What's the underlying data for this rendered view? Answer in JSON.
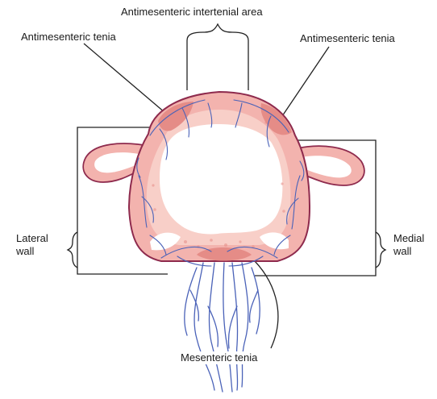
{
  "labels": {
    "interteneal_area": "Antimesenteric intertenial area",
    "tenia_left": "Antimesenteric tenia",
    "tenia_right": "Antimesenteric tenia",
    "lateral_wall": "Lateral wall",
    "medial_wall": "Medial wall",
    "mesenteric_tenia": "Mesenteric tenia"
  },
  "colors": {
    "serosa_outline": "#8e2a4d",
    "wall_pink": "#f3b3ae",
    "wall_light": "#f8cfc8",
    "tenia_band": "#e58c87",
    "vessel_blue": "#4a62b8",
    "leader_line": "#222222"
  }
}
